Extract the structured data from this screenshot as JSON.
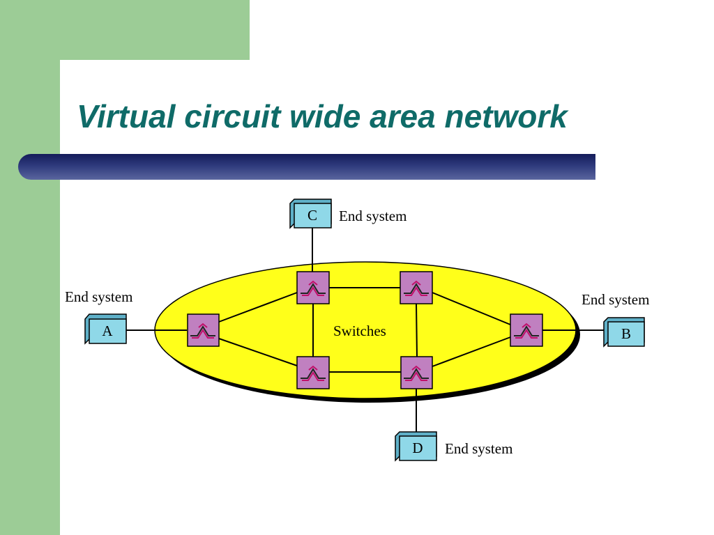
{
  "slide": {
    "title": "Virtual circuit wide area network"
  },
  "diagram": {
    "center_label": "Switches",
    "end_systems": {
      "A": {
        "id": "A",
        "caption": "End system"
      },
      "B": {
        "id": "B",
        "caption": "End system"
      },
      "C": {
        "id": "C",
        "caption": "End system"
      },
      "D": {
        "id": "D",
        "caption": "End system"
      }
    },
    "colors": {
      "network_fill": "#ffff1a",
      "switch_fill": "#c080c0",
      "end_system_fill": "#8fd8e8",
      "background_left": "#9ccc96",
      "title_color": "#0f6b68"
    }
  }
}
